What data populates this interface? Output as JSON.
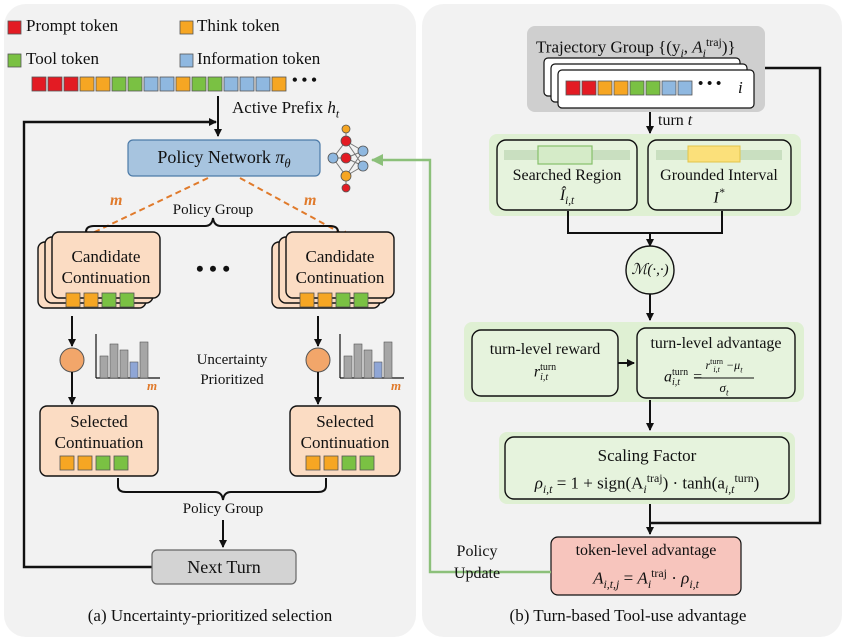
{
  "legend": {
    "prompt": "Prompt token",
    "think": "Think token",
    "tool": "Tool token",
    "information": "Information token",
    "ellipsis": "• • •"
  },
  "colors": {
    "prompt": "#e31b23",
    "think": "#f6a623",
    "tool": "#7ac143",
    "information": "#8fb8e0",
    "policy_fill": "#a7c4df",
    "candidate_fill": "#fbdcc3",
    "green_box_fill": "#e6f3dd",
    "green_bg": "#dff0d3",
    "token_adv_fill": "#f7c5bd",
    "next_turn_fill": "#d3d3d3",
    "arrow_orange": "#e07a2b",
    "arrow_green": "#8cc07a"
  },
  "left": {
    "active_prefix": "Active Prefix",
    "active_prefix_var": "h",
    "active_prefix_sub": "t",
    "policy_network": "Policy Network",
    "policy_symbol": "π",
    "policy_sub": "θ",
    "m_label": "m",
    "policy_group_top": "Policy Group",
    "candidate_line1": "Candidate",
    "candidate_line2": "Continuation",
    "dots": "• • •",
    "uncertainty_line1": "Uncertainty",
    "uncertainty_line2": "Prioritized",
    "selected_line1": "Selected",
    "selected_line2": "Continuation",
    "policy_group_bottom": "Policy Group",
    "next_turn": "Next Turn",
    "caption": "(a) Uncertainty-prioritized selection"
  },
  "right": {
    "trajectory_group": "Trajectory Group {(y",
    "trajectory_i": "i",
    "trajectory_index": "i",
    "turn_label": "turn",
    "turn_var": "t",
    "searched_region": "Searched Region",
    "searched_symbol": "Î",
    "searched_sub": "i,t",
    "grounded_interval": "Grounded Interval",
    "grounded_symbol": "I",
    "grounded_sup": "*",
    "match_fn": "ℳ(·,·)",
    "turn_reward_title": "turn-level reward",
    "turn_reward_sym": "r",
    "turn_reward_sup": "turn",
    "turn_reward_sub": "i,t",
    "turn_adv_title": "turn-level advantage",
    "turn_adv_sym": "a",
    "turn_adv_numerator": "r",
    "turn_adv_mu": "μ",
    "turn_adv_sigma": "σ",
    "scaling_title": "Scaling Factor",
    "scaling_lhs": "ρ",
    "scaling_mid": "= 1 + sign(A",
    "scaling_tanh": ") · tanh(a",
    "token_adv_title": "token-level advantage",
    "token_adv_sym": "A",
    "token_adv_sub": "i,t,j",
    "token_adv_traj": "traj",
    "policy_update_line1": "Policy",
    "policy_update_line2": "Update",
    "caption": "(b) Turn-based Tool-use advantage"
  }
}
